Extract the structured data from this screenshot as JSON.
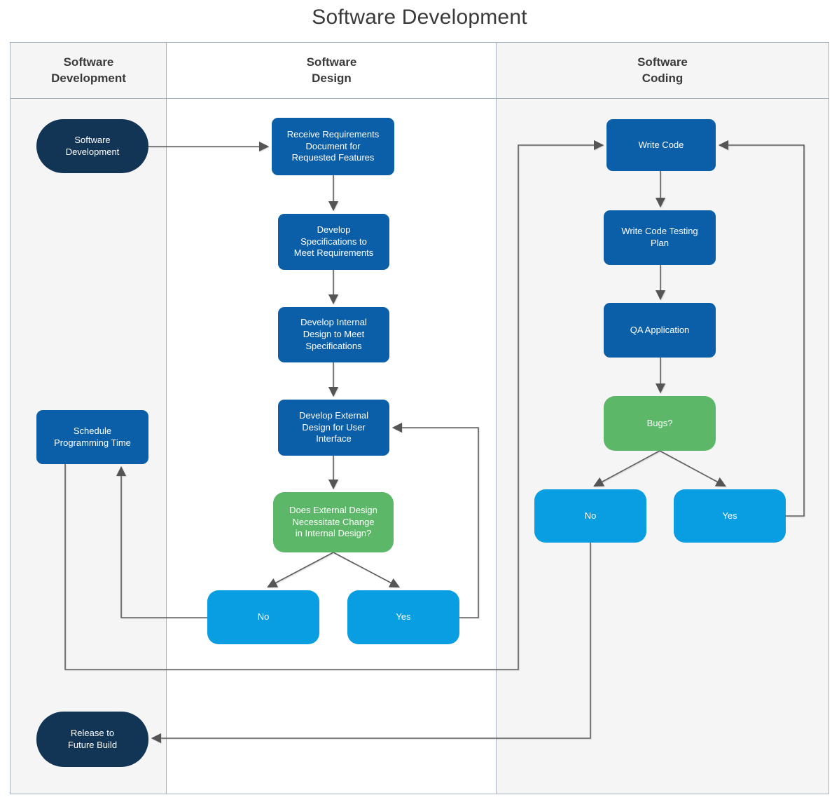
{
  "title": "Software Development",
  "lanes": [
    {
      "label": "Software\nDevelopment"
    },
    {
      "label": "Software\nDesign"
    },
    {
      "label": "Software\nCoding"
    }
  ],
  "nodes": {
    "start": {
      "type": "terminator",
      "label": "Software\nDevelopment"
    },
    "schedule": {
      "type": "process",
      "label": "Schedule\nProgramming Time"
    },
    "release": {
      "type": "terminator",
      "label": "Release to\nFuture Build"
    },
    "receive": {
      "type": "process",
      "label": "Receive Requirements\nDocument for\nRequested Features"
    },
    "specs": {
      "type": "process",
      "label": "Develop\nSpecifications to\nMeet Requirements"
    },
    "internal": {
      "type": "process",
      "label": "Develop Internal\nDesign to Meet\nSpecifications"
    },
    "external": {
      "type": "process",
      "label": "Develop External\nDesign for User\nInterface"
    },
    "design_decision": {
      "type": "decision",
      "label": "Does External Design\nNecessitate Change\nin Internal Design?"
    },
    "design_no": {
      "type": "choice",
      "label": "No"
    },
    "design_yes": {
      "type": "choice",
      "label": "Yes"
    },
    "write_code": {
      "type": "process",
      "label": "Write Code"
    },
    "test_plan": {
      "type": "process",
      "label": "Write  Code Testing\nPlan"
    },
    "qa": {
      "type": "process",
      "label": "QA Application"
    },
    "bugs": {
      "type": "decision",
      "label": "Bugs?"
    },
    "bugs_no": {
      "type": "choice",
      "label": "No"
    },
    "bugs_yes": {
      "type": "choice",
      "label": "Yes"
    }
  },
  "colors": {
    "terminator": "#123556",
    "process": "#0b5ea8",
    "decision": "#5cb868",
    "choice": "#099de1",
    "connector": "#5e5e5e",
    "lane_border": "#a7b3c0",
    "lane_fill_alt": "#f5f5f6",
    "heading_text": "#3a3a3a"
  }
}
